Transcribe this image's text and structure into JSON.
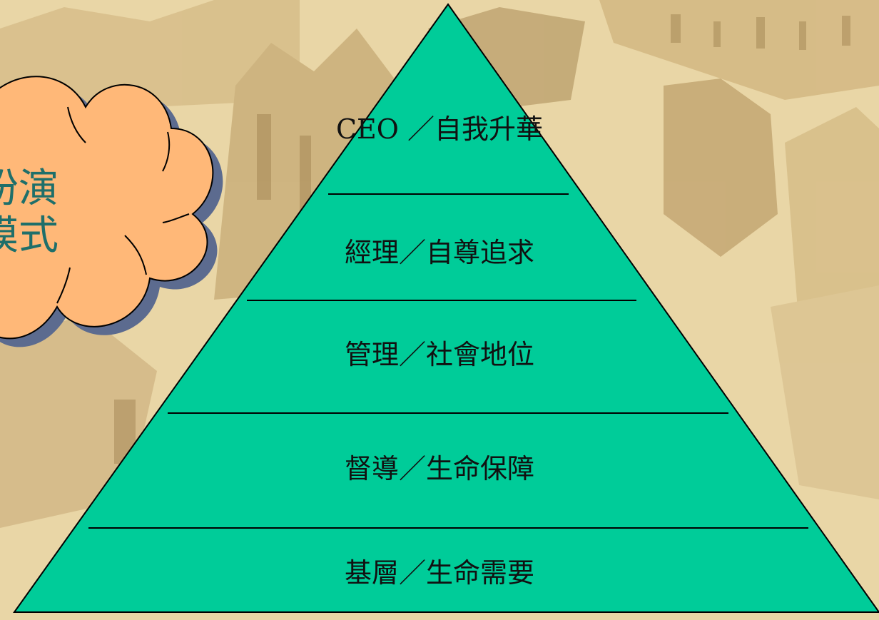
{
  "colors": {
    "background": "#e8d4a2",
    "pyramid_fill": "#00cc99",
    "cloud_fill": "#ffb878",
    "cloud_text": "#1f6f6a",
    "line": "#000000"
  },
  "cloud": {
    "line1": "扮演",
    "line2": "模式"
  },
  "pyramid": {
    "levels": [
      {
        "label": "CEO ／自我升華"
      },
      {
        "label": "經理／自尊追求"
      },
      {
        "label": "管理／社會地位"
      },
      {
        "label": "督導／生命保障"
      },
      {
        "label": "基層／生命需要"
      }
    ]
  }
}
